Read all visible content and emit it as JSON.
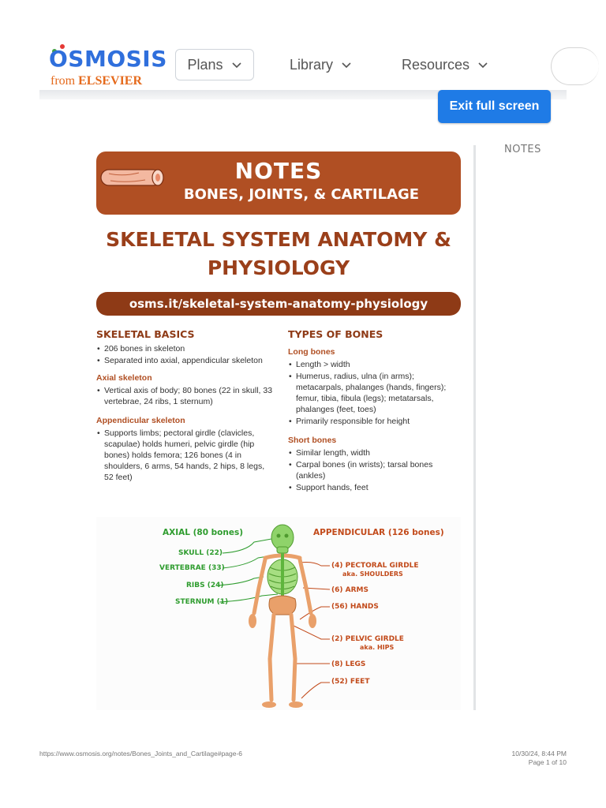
{
  "header": {
    "logo": {
      "brand": "OSMOSIS",
      "sub_from": "from",
      "sub_company": "ELSEVIER"
    },
    "nav": [
      {
        "label": "Plans",
        "icon": "chevron-down-icon"
      },
      {
        "label": "Library",
        "icon": "chevron-down-icon"
      },
      {
        "label": "Resources",
        "icon": "chevron-down-icon"
      }
    ],
    "exit_button": "Exit full screen"
  },
  "sidebar": {
    "notes_label": "NOTES"
  },
  "document": {
    "banner_title": "NOTES",
    "banner_subtitle": "BONES, JOINTS, & CARTILAGE",
    "title_line1": "SKELETAL SYSTEM ANATOMY &",
    "title_line2": "PHYSIOLOGY",
    "url": "osms.it/skeletal-system-anatomy-physiology",
    "left_column": {
      "heading": "SKELETAL BASICS",
      "bullets": [
        "206 bones in skeleton",
        "Separated into axial, appendicular skeleton"
      ],
      "axial_heading": "Axial skeleton",
      "axial_bullets": [
        "Vertical axis of body; 80 bones (22 in skull, 33 vertebrae, 24 ribs, 1 sternum)"
      ],
      "appendicular_heading": "Appendicular skeleton",
      "appendicular_bullets": [
        "Supports limbs; pectoral girdle (clavicles, scapulae) holds humeri, pelvic girdle (hip bones) holds femora; 126 bones (4 in shoulders, 6 arms, 54 hands, 2 hips, 8 legs, 52 feet)"
      ]
    },
    "right_column": {
      "heading": "TYPES OF BONES",
      "long_heading": "Long bones",
      "long_bullets": [
        "Length > width",
        "Humerus, radius, ulna (in arms); metacarpals, phalanges (hands, fingers); femur, tibia, fibula (legs); metatarsals, phalanges (feet, toes)",
        "Primarily responsible for height"
      ],
      "short_heading": "Short bones",
      "short_bullets": [
        "Similar length, width",
        "Carpal bones (in wrists); tarsal bones (ankles)",
        "Support hands, feet"
      ]
    },
    "diagram": {
      "axial_heading": "AXIAL (80 bones)",
      "appendicular_heading": "APPENDICULAR (126 bones)",
      "axial_labels": [
        "SKULL (22)",
        "VERTEBRAE (33)",
        "RIBS (24)",
        "STERNUM (1)"
      ],
      "appendicular_labels": {
        "pectoral": "(4) PECTORAL GIRDLE",
        "pectoral_aka": "aka. SHOULDERS",
        "arms": "(6) ARMS",
        "hands": "(56) HANDS",
        "pelvic": "(2) PELVIC GIRDLE",
        "pelvic_aka": "aka. HIPS",
        "legs": "(8) LEGS",
        "feet": "(52) FEET"
      },
      "colors": {
        "axial": "#8fd36a",
        "appendicular": "#e9a06a"
      }
    }
  },
  "footer": {
    "url": "https://www.osmosis.org/notes/Bones_Joints_and_Cartilage#page-6",
    "datetime": "10/30/24, 8:44 PM",
    "page": "Page 1 of 10"
  }
}
